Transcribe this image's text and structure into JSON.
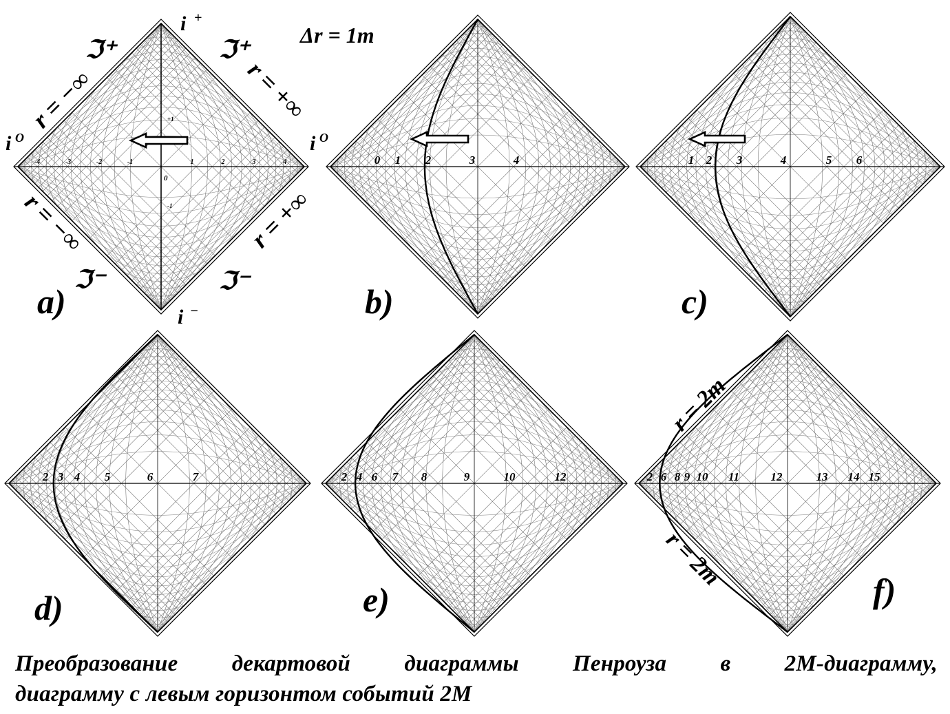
{
  "header": {
    "delta_r": "Δr = 1m"
  },
  "panels": [
    {
      "id": "a",
      "label": "a)",
      "ticks": [
        "-4",
        "-3",
        "-2",
        "-1",
        "1",
        "2",
        "3",
        "4"
      ],
      "origin": "0",
      "time_ticks": [
        "+1",
        "-1"
      ],
      "world_line": "none"
    },
    {
      "id": "b",
      "label": "b)",
      "ticks": [
        "0",
        "1",
        "2",
        "3",
        "4"
      ],
      "world_line": "horizon-curve-b"
    },
    {
      "id": "c",
      "label": "c)",
      "ticks": [
        "1",
        "2",
        "3",
        "4",
        "5",
        "6"
      ],
      "world_line": "horizon-curve-c"
    },
    {
      "id": "d",
      "label": "d)",
      "ticks": [
        "2",
        "3",
        "4",
        "5",
        "6",
        "7"
      ],
      "world_line": "horizon-curve-d"
    },
    {
      "id": "e",
      "label": "e)",
      "ticks": [
        "2",
        "4",
        "6",
        "7",
        "8",
        "9",
        "10",
        "12"
      ],
      "world_line": "horizon-curve-e"
    },
    {
      "id": "f",
      "label": "f)",
      "ticks": [
        "2",
        "6",
        "8",
        "9",
        "10",
        "11",
        "12",
        "13",
        "14",
        "15"
      ],
      "world_line": "horizon-curve-f"
    }
  ],
  "panel_a_labels": {
    "i_plus": "i",
    "i_plus_sup": "+",
    "i_minus": "i",
    "i_minus_sup": "−",
    "i0_left": "i",
    "i0_left_sup": "O",
    "i0_right": "i",
    "i0_right_sup": "O",
    "scri_plus_left": "ℑ⁺",
    "scri_plus_right": "ℑ⁺",
    "scri_minus_left": "ℑ⁻",
    "scri_minus_right": "ℑ⁻",
    "r_minus_inf_upper": "r = −∞",
    "r_plus_inf_upper": "r = +∞",
    "r_minus_inf_lower": "r = −∞",
    "r_plus_inf_lower": "r = +∞"
  },
  "panel_f_labels": {
    "r2m_upper": "r = 2m",
    "r2m_lower": "r = 2m"
  },
  "caption": {
    "line1": "Преобразование декартовой диаграммы Пенроуза в 2M-диаграмму,",
    "line2": "диаграмму с левым горизонтом событий 2M"
  },
  "colors": {
    "ink": "#000000",
    "grid": "#6e6e6e",
    "background": "#ffffff"
  },
  "arrows": [
    "left-arrow-icon",
    "left-arrow-icon",
    "left-arrow-icon"
  ]
}
